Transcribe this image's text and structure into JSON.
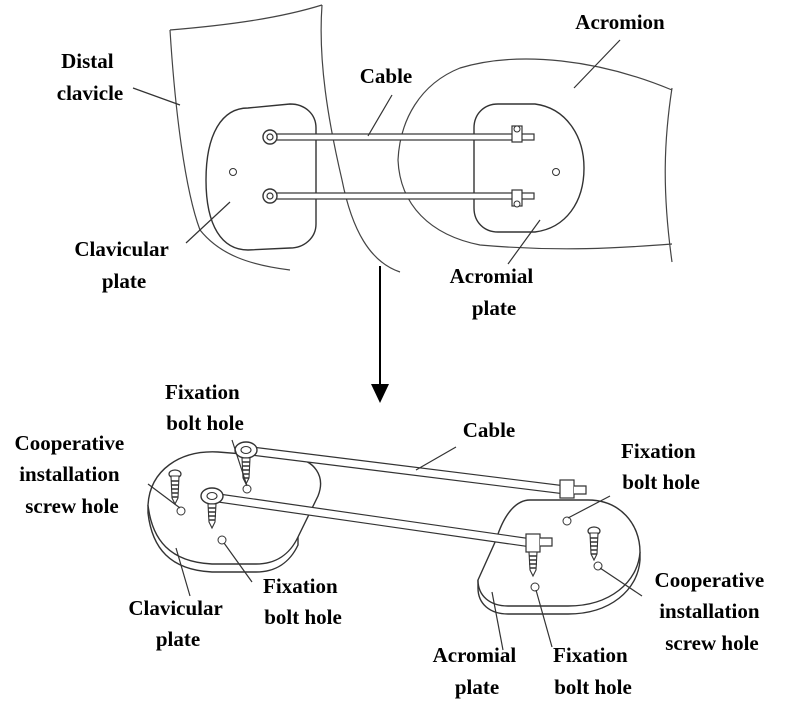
{
  "top": {
    "distal_clavicle": [
      "Distal",
      "clavicle"
    ],
    "acromion": "Acromion",
    "cable": "Cable",
    "clavicular_plate": [
      "Clavicular",
      "plate"
    ],
    "acromial_plate": [
      "Acromial",
      "plate"
    ]
  },
  "bottom": {
    "fixation_hole_top": [
      "Fixation",
      "bolt hole"
    ],
    "cooperative_left": [
      "Cooperative",
      "installation",
      "screw hole"
    ],
    "cable": "Cable",
    "fixation_hole_right": [
      "Fixation",
      "bolt hole"
    ],
    "clavicular_plate": [
      "Clavicular",
      "plate"
    ],
    "fixation_hole_mid": [
      "Fixation",
      "bolt hole"
    ],
    "cooperative_right": [
      "Cooperative",
      "installation",
      "screw hole"
    ],
    "acromial_plate": [
      "Acromial",
      "plate"
    ],
    "fixation_hole_bottom": [
      "Fixation",
      "bolt hole"
    ]
  }
}
